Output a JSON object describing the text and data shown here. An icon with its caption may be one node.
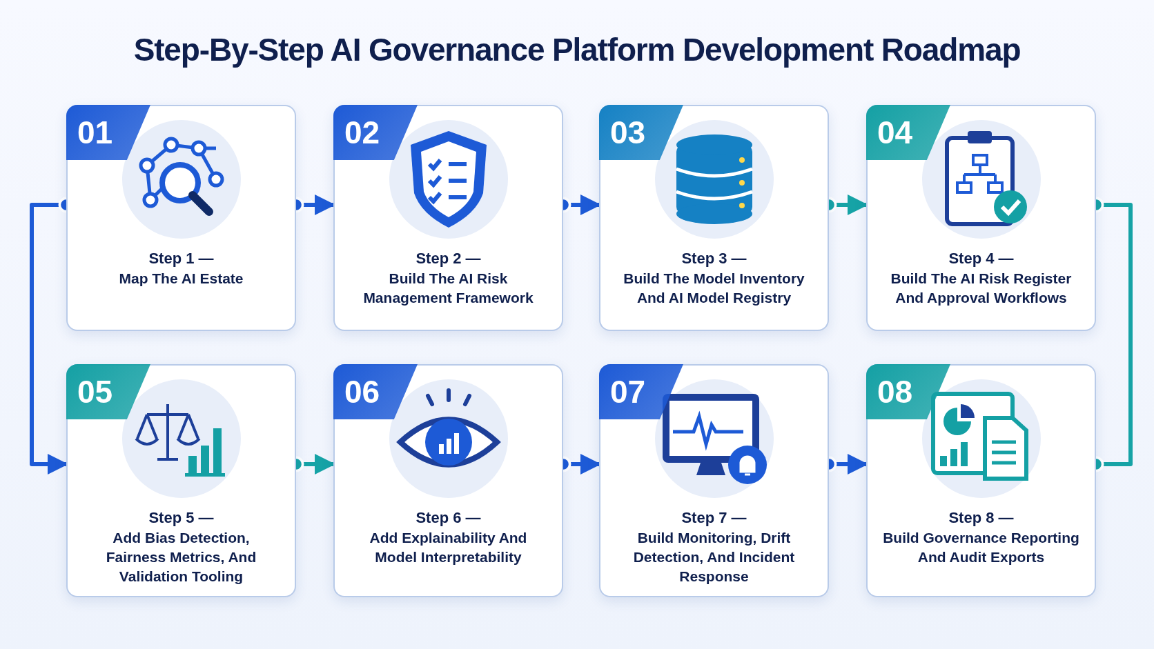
{
  "diagram": {
    "title": "Step-By-Step AI Governance Platform Development Roadmap",
    "nodes": [
      {
        "text": [
          "01",
          "Step 1 —",
          "Map The AI Estate"
        ]
      },
      {
        "text": [
          "02",
          "Step 2 —",
          "Build The AI Risk Management Framework"
        ]
      },
      {
        "text": [
          "03",
          "Step 3 —",
          "Build The Model Inventory And AI Model Registry"
        ]
      },
      {
        "text": [
          "04",
          "Step 4 —",
          "Build The AI Risk Register And Approval Workflows"
        ]
      },
      {
        "text": [
          "05",
          "Step 5 —",
          "Add Bias Detection, Fairness Metrics, And Validation Tooling"
        ]
      },
      {
        "text": [
          "06",
          "Step 6 —",
          "Add Explainability And Model Interpretability"
        ]
      },
      {
        "text": [
          "07",
          "Step 7 —",
          "Build Monitoring, Drift Detection, And Incident Response"
        ]
      },
      {
        "text": [
          "08",
          "Step 8 —",
          "Build Governance Reporting And Audit Exports"
        ]
      }
    ],
    "edges": [
      {
        "from": 0,
        "to": 1,
        "arrow": "to"
      },
      {
        "from": 1,
        "to": 2,
        "arrow": "to"
      },
      {
        "from": 2,
        "to": 3,
        "arrow": "to",
        "color": "#16a3a6"
      },
      {
        "from": 0,
        "to": 4,
        "arrow": "to"
      },
      {
        "from": 3,
        "to": 7,
        "arrow": "other",
        "color": "#16a3a6"
      },
      {
        "from": 4,
        "to": 5,
        "arrow": "to",
        "color": "#16a3a6"
      },
      {
        "from": 5,
        "to": 6,
        "arrow": "to"
      },
      {
        "from": 6,
        "to": 7,
        "arrow": "to"
      }
    ]
  }
}
